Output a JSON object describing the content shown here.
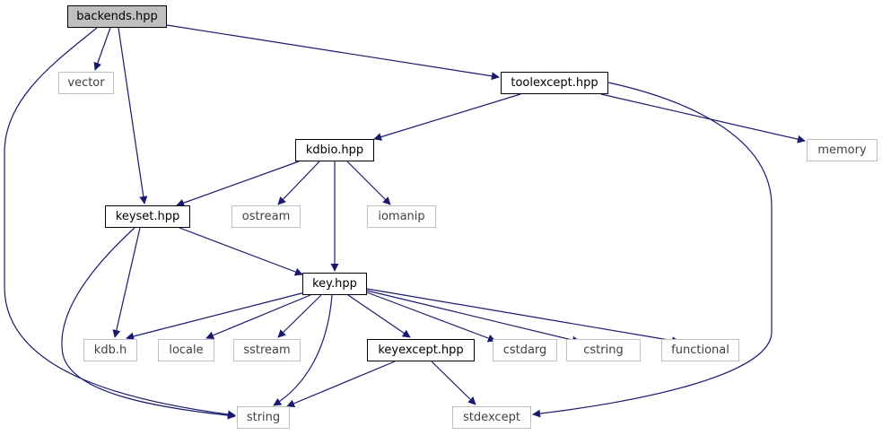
{
  "colors": {
    "edge": "#191970",
    "external_border": "#bfbfbf",
    "root_fill": "#bfbfbf"
  },
  "nodes": {
    "backends_hpp": "backends.hpp",
    "vector": "vector",
    "toolexcept_hpp": "toolexcept.hpp",
    "kdbio_hpp": "kdbio.hpp",
    "memory": "memory",
    "keyset_hpp": "keyset.hpp",
    "ostream": "ostream",
    "iomanip": "iomanip",
    "key_hpp": "key.hpp",
    "kdb_h": "kdb.h",
    "locale": "locale",
    "sstream": "sstream",
    "keyexcept_hpp": "keyexcept.hpp",
    "cstdarg": "cstdarg",
    "cstring": "cstring",
    "functional": "functional",
    "string": "string",
    "stdexcept": "stdexcept"
  }
}
